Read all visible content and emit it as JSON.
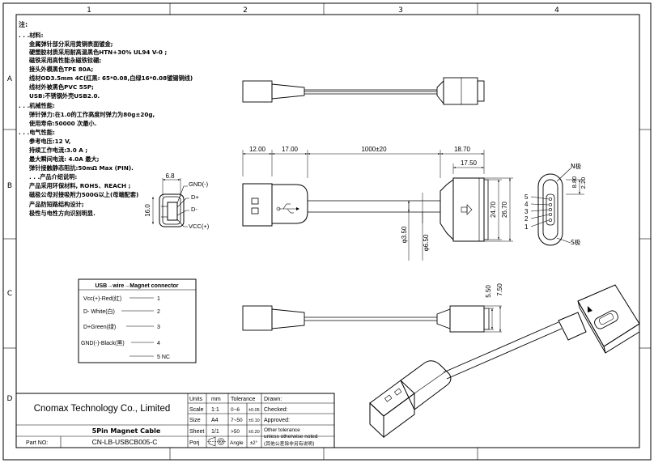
{
  "frame": {
    "cols": [
      "1",
      "2",
      "3",
      "4"
    ],
    "rows": [
      "A",
      "B",
      "C",
      "D"
    ]
  },
  "notes": {
    "header": "注:",
    "lines": [
      ". . .材料:",
      "金属弹针部分采用黄铜表面镀金;",
      "硬塑胶材质采用耐高温黑色HTN+30% UL94 V-0 ;",
      "磁铁采用高性能永磁铁钕硼;",
      "接头外模黑色TPE 80A;",
      "线材OD3.5mm 4C(红黑: 65*0.08,白绿16*0.08镀锡铜线)",
      "线材外被黑色PVC  55P;",
      "USB:不锈钢外壳USB2.0.",
      ". . .机械性能:",
      "弹针弹力:在1.0的工作高度时弹力为80g±20g,",
      "使用寿命:50000 次最小.",
      ". . .电气性能:",
      "参考电压:12 V,",
      "持续工作电流:3.0 A ;",
      "最大瞬间电流: 4.0A 最大;",
      "弹针接触静态阻抗:50mΩ Max (PIN).",
      ". . .产品介绍说明:",
      "产品采用环保材料, ROHS、REACH ;",
      "磁极公母对接吸附力500G以上(母端配套)",
      "产品防短路结构设计;",
      "极性与电性方向识别明显."
    ]
  },
  "pinout": {
    "width": "6.8",
    "height": "16.0",
    "labels": [
      "GND(-)",
      "D+",
      "D-",
      "VCC(+)"
    ]
  },
  "dimensions": {
    "usb_len": "12.00",
    "boot_len": "17.00",
    "cable_len": "1000±20",
    "connector_len": "18.70",
    "magnet_len": "17.50",
    "h1": "24.70",
    "h2": "26.70",
    "cable_od": "φ3.50",
    "boot_od": "φ6.50",
    "face_w1": "8.80",
    "face_w2": "2.20",
    "pole_n": "N极",
    "pole_s": "S极",
    "pins": [
      "5",
      "4",
      "3",
      "2",
      "1"
    ],
    "side_h1": "5.50",
    "side_h2": "7.50"
  },
  "wiring": {
    "title": "USB→wire→Magnet connector",
    "rows": [
      {
        "left": "Vcc(+)-Red(红)",
        "right": "1"
      },
      {
        "left": "D- White(白)",
        "right": "2"
      },
      {
        "left": "D+Green(绿)",
        "right": "3"
      },
      {
        "left": "GND(-)-Black(黑)",
        "right": "4"
      },
      {
        "left": "",
        "right": "5 NC"
      }
    ]
  },
  "title_block": {
    "company": "Cnomax Technology Co., Limited",
    "product": "5Pin Magnet Cable",
    "part_label": "Part NO:",
    "part_no": "CN-LB-USBCB005-C",
    "units_label": "Units",
    "units": "mm",
    "scale_label": "Scale",
    "scale": "1:1",
    "size_label": "Size",
    "size": "A4",
    "sheet_label": "Sheet",
    "sheet": "1/1",
    "proj_label": "Porj",
    "tol_header": "Tolerance",
    "tol": [
      {
        "range": "0~6",
        "val": "±0.05"
      },
      {
        "range": "7~50",
        "val": "±0.10"
      },
      {
        "range": ">50",
        "val": "±0.20"
      }
    ],
    "angle_label": "Angle",
    "angle_val": "±2°",
    "drawn": "Drawn:",
    "checked": "Checked:",
    "approved": "Approved:",
    "other_tol": "Other tolerance",
    "unless": "unless otherwise noted",
    "cn_note": "(其他公差除非另有说明)"
  }
}
